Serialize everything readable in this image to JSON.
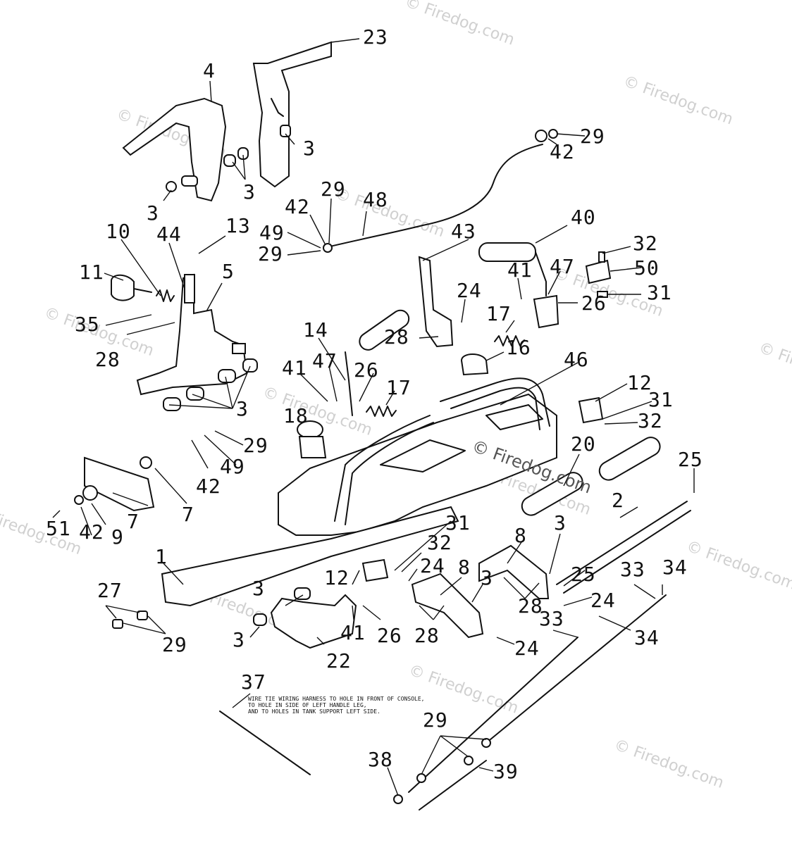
{
  "watermark": "© Firedog.com",
  "inner_watermark": "© Firedog.com",
  "note": [
    "WIRE TIE WIRING HARNESS TO HOLE IN FRONT OF CONSOLE,",
    "TO HOLE IN SIDE OF LEFT HANDLE LEG,",
    "AND TO HOLES IN TANK SUPPORT LEFT SIDE."
  ],
  "callouts": {
    "c23": "23",
    "c4": "4",
    "c3a": "3",
    "c3b": "3",
    "c3c": "3",
    "c29a": "29",
    "c42a": "42",
    "c29b": "29",
    "c48": "48",
    "c42b": "42",
    "c49a": "49",
    "c29c": "29",
    "c40": "40",
    "c43": "43",
    "c32a": "32",
    "c50": "50",
    "c41a": "41",
    "c47a": "47",
    "c31a": "31",
    "c24a": "24",
    "c26a": "26",
    "c17a": "17",
    "c28a": "28",
    "c16": "16",
    "c10": "10",
    "c44": "44",
    "c13": "13",
    "c11": "11",
    "c5": "5",
    "c35": "35",
    "c28b": "28",
    "c14": "14",
    "c41b": "41",
    "c47b": "47",
    "c26b": "26",
    "c17b": "17",
    "c46": "46",
    "c12a": "12",
    "c31b": "31",
    "c32b": "32",
    "c3d": "3",
    "c18": "18",
    "c29d": "29",
    "c42c": "42",
    "c49b": "49",
    "c20": "20",
    "c25a": "25",
    "c7a": "7",
    "c7b": "7",
    "c9": "9",
    "c42d": "42",
    "c51": "51",
    "c2": "2",
    "c31c": "31",
    "c32c": "32",
    "c3e": "3",
    "c25b": "25",
    "c8a": "8",
    "c1": "1",
    "c24b": "24",
    "c8b": "8",
    "c3f": "3",
    "c28c": "28",
    "c24c": "24",
    "c33a": "33",
    "c34a": "34",
    "c12b": "12",
    "c3g": "3",
    "c41c": "41",
    "c26c": "26",
    "c28d": "28",
    "c33b": "33",
    "c24d": "24",
    "c34b": "34",
    "c27": "27",
    "c29e": "29",
    "c3h": "3",
    "c22": "22",
    "c37": "37",
    "c29f": "29",
    "c38": "38",
    "c39": "39"
  }
}
